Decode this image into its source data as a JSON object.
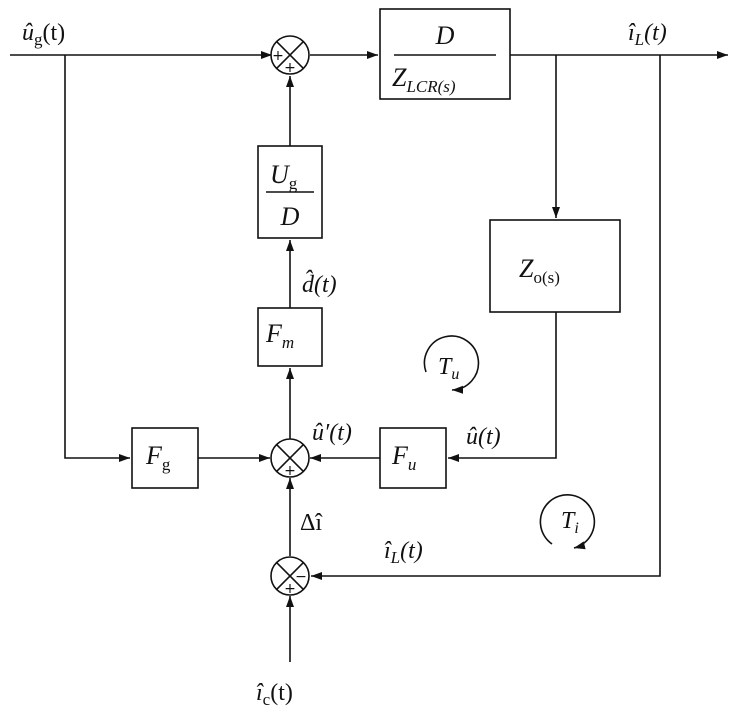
{
  "signals": {
    "ug": "û g(t)",
    "iL_out": "î L(t)",
    "d": "d̂(t)",
    "u_prime": "û′(t)",
    "u": "û(t)",
    "delta_i": "Δî",
    "iL_fb": "î L(t)",
    "ic": "î c(t)"
  },
  "blocks": {
    "plant": {
      "num": "D",
      "den": "Z LCR(s)"
    },
    "gain": {
      "num": "U g",
      "den": "D"
    },
    "Zo": "Z o(s)",
    "Fm": "F m",
    "Fg": "F g",
    "Fu": "F u"
  },
  "loops": {
    "Tu": "T u",
    "Ti": "T i"
  },
  "signs": {
    "plus": "+",
    "minus": "−"
  },
  "colors": {
    "ink": "#111111",
    "background": "#ffffff"
  }
}
